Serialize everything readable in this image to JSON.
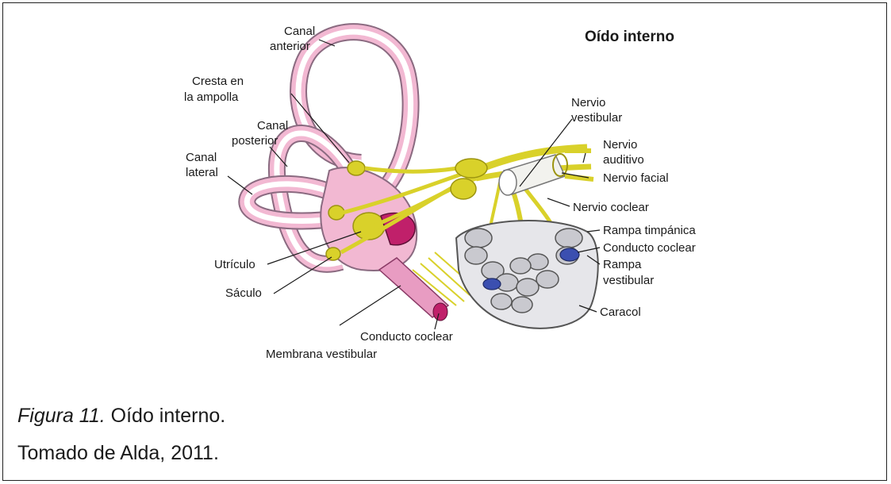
{
  "diagram": {
    "title": "Oído interno",
    "labels": {
      "canal_anterior_1": "Canal",
      "canal_anterior_2": "anterior",
      "cresta_1": "Cresta en",
      "cresta_2": "la ampolla",
      "canal_posterior_1": "Canal",
      "canal_posterior_2": "posterior",
      "canal_lateral_1": "Canal",
      "canal_lateral_2": "lateral",
      "utriculo": "Utrículo",
      "saculo": "Sáculo",
      "conducto_coclear_bottom": "Conducto coclear",
      "membrana_vestibular": "Membrana vestibular",
      "nervio_vestibular_1": "Nervio",
      "nervio_vestibular_2": "vestibular",
      "nervio_auditivo_1": "Nervio",
      "nervio_auditivo_2": "auditivo",
      "nervio_facial": "Nervio facial",
      "nervio_coclear": "Nervio coclear",
      "rampa_timpanica": "Rampa timpánica",
      "conducto_coclear_right": "Conducto coclear",
      "rampa_vestibular_1": "Rampa",
      "rampa_vestibular_2": "vestibular",
      "caracol": "Caracol"
    }
  },
  "caption": {
    "figure_label": "Figura 11.",
    "figure_text": " Oído interno.",
    "source": "Tomado de Alda, 2011."
  },
  "colors": {
    "canal_pink": "#f2b8d2",
    "canal_outline": "#8a6a80",
    "nerve_yellow": "#d9d12a",
    "nerve_dark": "#9c9410",
    "cochlea_gray": "#cfcfd4",
    "cochlea_blue": "#3b4fb0",
    "duct_magenta": "#c0206a"
  }
}
